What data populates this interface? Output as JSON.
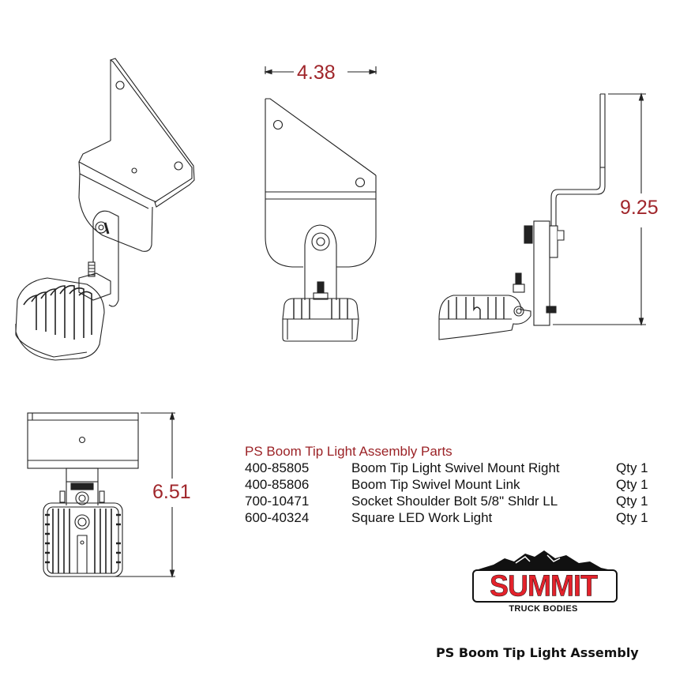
{
  "drawing": {
    "views": [
      {
        "name": "isometric-view"
      },
      {
        "name": "front-view",
        "dimension": "4.38"
      },
      {
        "name": "side-view",
        "dimension": "9.25"
      },
      {
        "name": "top-view",
        "dimension": "6.51"
      }
    ],
    "dimension_color": "#a0262b"
  },
  "parts_list": {
    "title": "PS Boom Tip Light Assembly Parts",
    "title_color": "#9b2226",
    "rows": [
      {
        "part_number": "400-85805",
        "description": "Boom Tip Light Swivel Mount Right",
        "qty": "Qty 1"
      },
      {
        "part_number": "400-85806",
        "description": "Boom Tip Swivel Mount Link",
        "qty": "Qty 1"
      },
      {
        "part_number": "700-10471",
        "description": "Socket Shoulder Bolt  5/8\" Shldr LL",
        "qty": "Qty 1"
      },
      {
        "part_number": "600-40324",
        "description": "Square LED Work Light",
        "qty": "Qty 1"
      }
    ]
  },
  "logo": {
    "word": "SUMMIT",
    "subtitle": "TRUCK BODIES",
    "brand_color": "#e3222b",
    "icon": "mountain-icon"
  },
  "footer": {
    "title": "PS Boom Tip Light Assembly"
  }
}
